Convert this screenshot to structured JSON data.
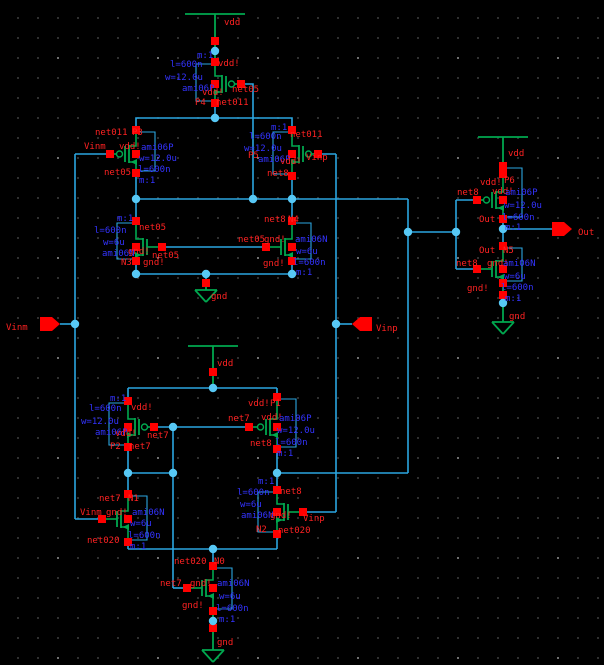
{
  "app": {
    "type": "schematic-capture-canvas"
  },
  "colors": {
    "background": "#000000",
    "wire": "#2ba6e0",
    "junction": "#57c8f5",
    "device": "#00a84f",
    "terminal": "#ff0000",
    "pin": "#ff0000",
    "label_red": "#ff2222",
    "label_blue": "#3333ff"
  },
  "pins": {
    "vinm": {
      "label": "Vinm"
    },
    "vinp": {
      "label": "Vinp"
    },
    "out": {
      "label": "Out"
    }
  },
  "power": {
    "vdd": "vdd",
    "gnd": "gnd"
  },
  "devices": {
    "P4": {
      "name": "P4",
      "model": "ami06P",
      "w": "w=12.0u",
      "l": "l=600n",
      "m": "m:1",
      "nets": {
        "top": "vdd!",
        "gate": "net05",
        "bottom": "net011",
        "bulk": "vdd!"
      }
    },
    "P3": {
      "name": "P3",
      "model": "ami06P",
      "w": "w=12.0u",
      "l": "l=600n",
      "m": "m:1",
      "nets": {
        "top": "net011",
        "gate": "Vinm",
        "bottom": "net05",
        "bulk": "vdd!"
      }
    },
    "P5": {
      "name": "P5",
      "model": "ami06P",
      "w": "w=12.0u",
      "l": "l=600n",
      "m": "m:1",
      "nets": {
        "top": "net011",
        "gate": "Vinp",
        "bottom": "net8",
        "bulk": "vdd!"
      }
    },
    "N3": {
      "name": "N3",
      "model": "ami06N",
      "w": "w=6u",
      "l": "l=600n",
      "m": "m:1",
      "nets": {
        "top": "net05",
        "gate": "net05",
        "bottom": "gnd!",
        "bulk": "gnd!"
      }
    },
    "N4": {
      "name": "N4",
      "model": "ami06N",
      "w": "w=6u",
      "l": "l=600n",
      "m": "m:1",
      "nets": {
        "top": "net8",
        "gate": "net05",
        "bottom": "gnd!",
        "bulk": "gnd!"
      }
    },
    "P6": {
      "name": "P6",
      "model": "ami06P",
      "w": "w=12.0u",
      "l": "l=600n",
      "m": "m:1",
      "nets": {
        "top": "vdd!",
        "gate": "net8",
        "bottom": "Out",
        "bulk": "vdd!"
      }
    },
    "N5": {
      "name": "N5",
      "model": "ami06N",
      "w": "w=6u",
      "l": "l=600n",
      "m": "m:1",
      "nets": {
        "top": "Out",
        "gate": "net8",
        "bottom": "gnd!",
        "bulk": "gnd!"
      }
    },
    "P2": {
      "name": "P2",
      "model": "ami06P",
      "w": "w=12.0u",
      "l": "l=600n",
      "m": "m:1",
      "nets": {
        "top": "vdd!",
        "gate": "net7",
        "bottom": "net7",
        "bulk": "vdd!"
      }
    },
    "P1": {
      "name": "P1",
      "model": "ami06P",
      "w": "w=12.0u",
      "l": "l=600n",
      "m": "m:1",
      "nets": {
        "top": "vdd!",
        "gate": "net7",
        "bottom": "net8",
        "bulk": "vdd!"
      }
    },
    "N1": {
      "name": "N1",
      "model": "ami06N",
      "w": "w=6u",
      "l": "l=600n",
      "m": "m:1",
      "nets": {
        "top": "net7",
        "gate": "Vinm",
        "bottom": "net020",
        "bulk": "gnd!"
      }
    },
    "N2": {
      "name": "N2",
      "model": "ami06N",
      "w": "w=6u",
      "l": "l=600n",
      "m": "m:1",
      "nets": {
        "top": "net8",
        "gate": "Vinp",
        "bottom": "net020",
        "bulk": "gnd!"
      }
    },
    "N0": {
      "name": "N0",
      "model": "ami06N",
      "w": "w=6u",
      "l": "l=600n",
      "m": "m:1",
      "nets": {
        "top": "net020",
        "gate": "net7",
        "bottom": "gnd!",
        "bulk": "gnd!"
      }
    }
  }
}
